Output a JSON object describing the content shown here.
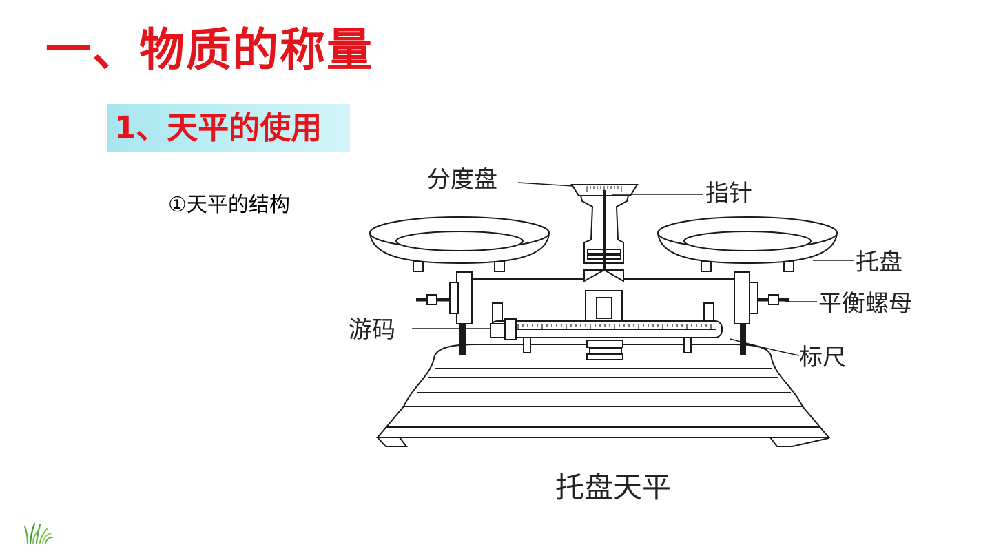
{
  "slide": {
    "title": "一、物质的称量",
    "subtitle": "1、天平的使用",
    "section_label": "①天平的结构"
  },
  "diagram": {
    "caption": "托盘天平",
    "labels": {
      "dial": "分度盘",
      "pointer": "指针",
      "pan": "托盘",
      "balance_nut": "平衡螺母",
      "rider": "游码",
      "scale_bar": "标尺"
    }
  },
  "colors": {
    "title": "#e3141c",
    "subtitle_bg": "#bfeef4"
  }
}
